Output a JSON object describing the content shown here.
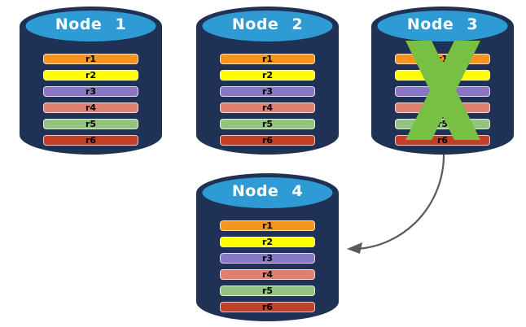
{
  "colors": {
    "background": "#FFFFFF",
    "cylinder-body": "#1F3154",
    "cylinder-top": "#2E9BD5",
    "node-label": "#FFFFFF",
    "row-text": "#000000",
    "x-mark": "#77C043",
    "arrow": "#5A5A5A"
  },
  "nodes": [
    {
      "label": "Node 1",
      "status": "active",
      "rows": [
        {
          "label": "r1",
          "color": "#F7941E"
        },
        {
          "label": "r2",
          "color": "#FFFF00"
        },
        {
          "label": "r3",
          "color": "#8878C3"
        },
        {
          "label": "r4",
          "color": "#DF8070"
        },
        {
          "label": "r5",
          "color": "#92C47F"
        },
        {
          "label": "r6",
          "color": "#C2402A"
        }
      ]
    },
    {
      "label": "Node 2",
      "status": "active",
      "rows": [
        {
          "label": "r1",
          "color": "#F7941E"
        },
        {
          "label": "r2",
          "color": "#FFFF00"
        },
        {
          "label": "r3",
          "color": "#8878C3"
        },
        {
          "label": "r4",
          "color": "#DF8070"
        },
        {
          "label": "r5",
          "color": "#92C47F"
        },
        {
          "label": "r6",
          "color": "#C2402A"
        }
      ]
    },
    {
      "label": "Node 3",
      "status": "failed",
      "rows": [
        {
          "label": "r1",
          "color": "#F7941E"
        },
        {
          "label": "r2",
          "color": "#FFFF00"
        },
        {
          "label": "r3",
          "color": "#8878C3"
        },
        {
          "label": "r4",
          "color": "#DF8070"
        },
        {
          "label": "r5",
          "color": "#92C47F"
        },
        {
          "label": "r6",
          "color": "#C2402A"
        }
      ]
    },
    {
      "label": "Node 4",
      "status": "active",
      "rows": [
        {
          "label": "r1",
          "color": "#F7941E"
        },
        {
          "label": "r2",
          "color": "#FFFF00"
        },
        {
          "label": "r3",
          "color": "#8878C3"
        },
        {
          "label": "r4",
          "color": "#DF8070"
        },
        {
          "label": "r5",
          "color": "#92C47F"
        },
        {
          "label": "r6",
          "color": "#C2402A"
        }
      ]
    }
  ],
  "arrow": {
    "from": "Node 3",
    "to": "Node 4"
  }
}
